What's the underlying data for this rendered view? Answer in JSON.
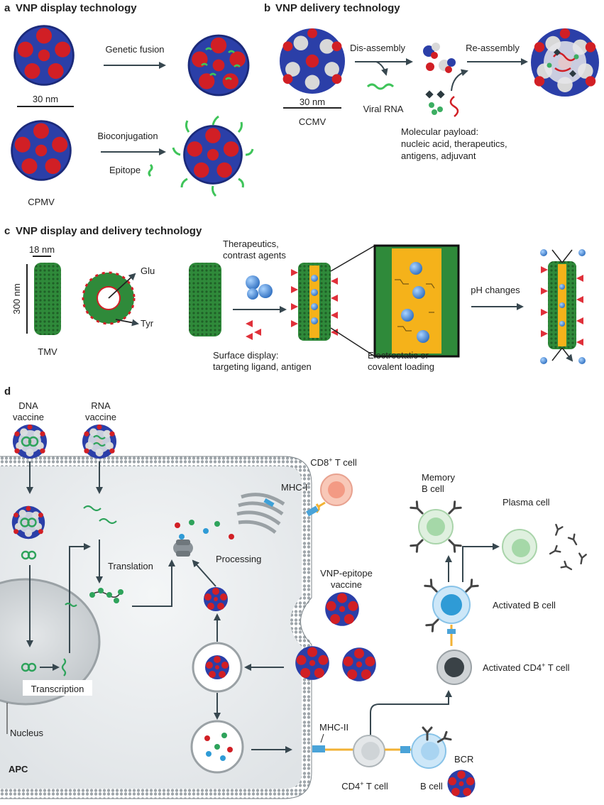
{
  "panels": {
    "a": {
      "letter": "a",
      "title": "VNP display technology",
      "scale": "30 nm",
      "genetic": "Genetic fusion",
      "bioconj": "Bioconjugation",
      "epitope": "Epitope",
      "cpmv": "CPMV"
    },
    "b": {
      "letter": "b",
      "title": "VNP delivery technology",
      "disassembly": "Dis-assembly",
      "reassembly": "Re-assembly",
      "scale": "30 nm",
      "ccmv": "CCMV",
      "viral_rna": "Viral RNA",
      "payload1": "Molecular payload:",
      "payload2": "nucleic acid, therapeutics,",
      "payload3": "antigens, adjuvant"
    },
    "c": {
      "letter": "c",
      "title": "VNP display and delivery technology",
      "width": "18 nm",
      "length": "300 nm",
      "glu": "Glu",
      "tyr": "Tyr",
      "tmv": "TMV",
      "ther1": "Therapeutics,",
      "ther2": "contrast agents",
      "surf1": "Surface display:",
      "surf2": "targeting ligand, antigen",
      "elec1": "Electrostatic or",
      "elec2": "covalent loading",
      "ph": "pH changes"
    },
    "d": {
      "letter": "d",
      "dna1": "DNA",
      "dna2": "vaccine",
      "rna1": "RNA",
      "rna2": "vaccine",
      "cd8": "CD8",
      "cd8sup": "+",
      "cd8rest": " T cell",
      "mhc1": "MHC-I",
      "translation": "Translation",
      "processing": "Processing",
      "memory1": "Memory",
      "memory2": "B cell",
      "plasma": "Plasma cell",
      "vnpe1": "VNP-epitope",
      "vnpe2": "vaccine",
      "activated_b": "Activated B cell",
      "act_cd4": "Activated CD4",
      "act_cd4sup": "+",
      "act_cd4rest": " T cell",
      "transcription": "Transcription",
      "nucleus": "Nucleus",
      "apc": "APC",
      "mhc2": "MHC-II",
      "cd4": "CD4",
      "cd4sup": "+",
      "cd4rest": " T cell",
      "bcell": "B cell",
      "bcr": "BCR"
    }
  },
  "colors": {
    "capsid_blue": "#2b3fa8",
    "capsid_red": "#d11f25",
    "tmv_green": "#2f8a3a",
    "cargo_orange": "#f5b21a",
    "cargo_blue": "#3a7fd0",
    "arrow": "#37474f"
  }
}
